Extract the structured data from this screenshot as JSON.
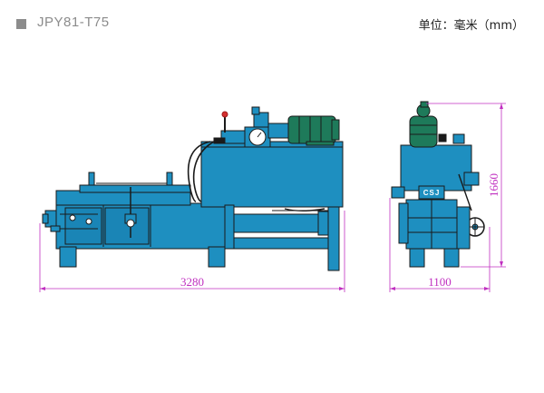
{
  "header": {
    "model": "JPY81-T75",
    "unit_label": "单位：毫米（mm）"
  },
  "side_view": {
    "badge": "CSJ"
  },
  "dimensions": {
    "length": "3280",
    "width": "1100",
    "height": "1660"
  },
  "colors": {
    "machine_blue": "#1e8fc0",
    "outline": "#1a1a1a",
    "motor_green": "#1e7a5a",
    "dimension_magenta": "#c02fc0",
    "header_gray": "#8c8c8c"
  }
}
